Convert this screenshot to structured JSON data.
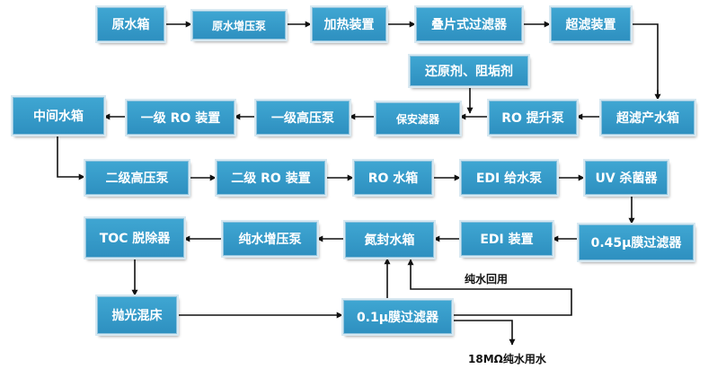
{
  "nodes": {
    "raw_water_tank": "原水箱",
    "raw_water_booster_pump": "原水增压泵",
    "heating_device": "加热装置",
    "laminated_filter": "叠片式过滤器",
    "ultrafiltration_device": "超滤装置",
    "reductant_antiscalant": "还原剂、阻垢剂",
    "middle_water_tank": "中间水箱",
    "primary_ro_device": "一级 RO 装置",
    "primary_high_pressure_pump": "一级高压泵",
    "security_filter": "保安滤器",
    "ro_lift_pump": "RO 提升泵",
    "uf_product_water_tank": "超滤产水箱",
    "secondary_high_pressure_pump": "二级高压泵",
    "secondary_ro_device": "二级 RO 装置",
    "ro_water_tank": "RO 水箱",
    "edi_feed_pump": "EDI 给水泵",
    "uv_sterilizer": "UV 杀菌器",
    "toc_remover": "TOC 脱除器",
    "pure_water_booster_pump": "纯水增压泵",
    "nitrogen_sealed_tank": "氮封水箱",
    "edi_device": "EDI 装置",
    "membrane_filter_045": "0.45μ膜过滤器",
    "polishing_mixed_bed": "抛光混床",
    "membrane_filter_01": "0.1μ膜过滤器"
  },
  "labels": {
    "pure_water_return": "纯水回用",
    "output_water": "18MΩ纯水用水"
  },
  "colors": {
    "box_fill": "#3397c6",
    "box_text": "#ffffff",
    "arrow": "#111111"
  }
}
